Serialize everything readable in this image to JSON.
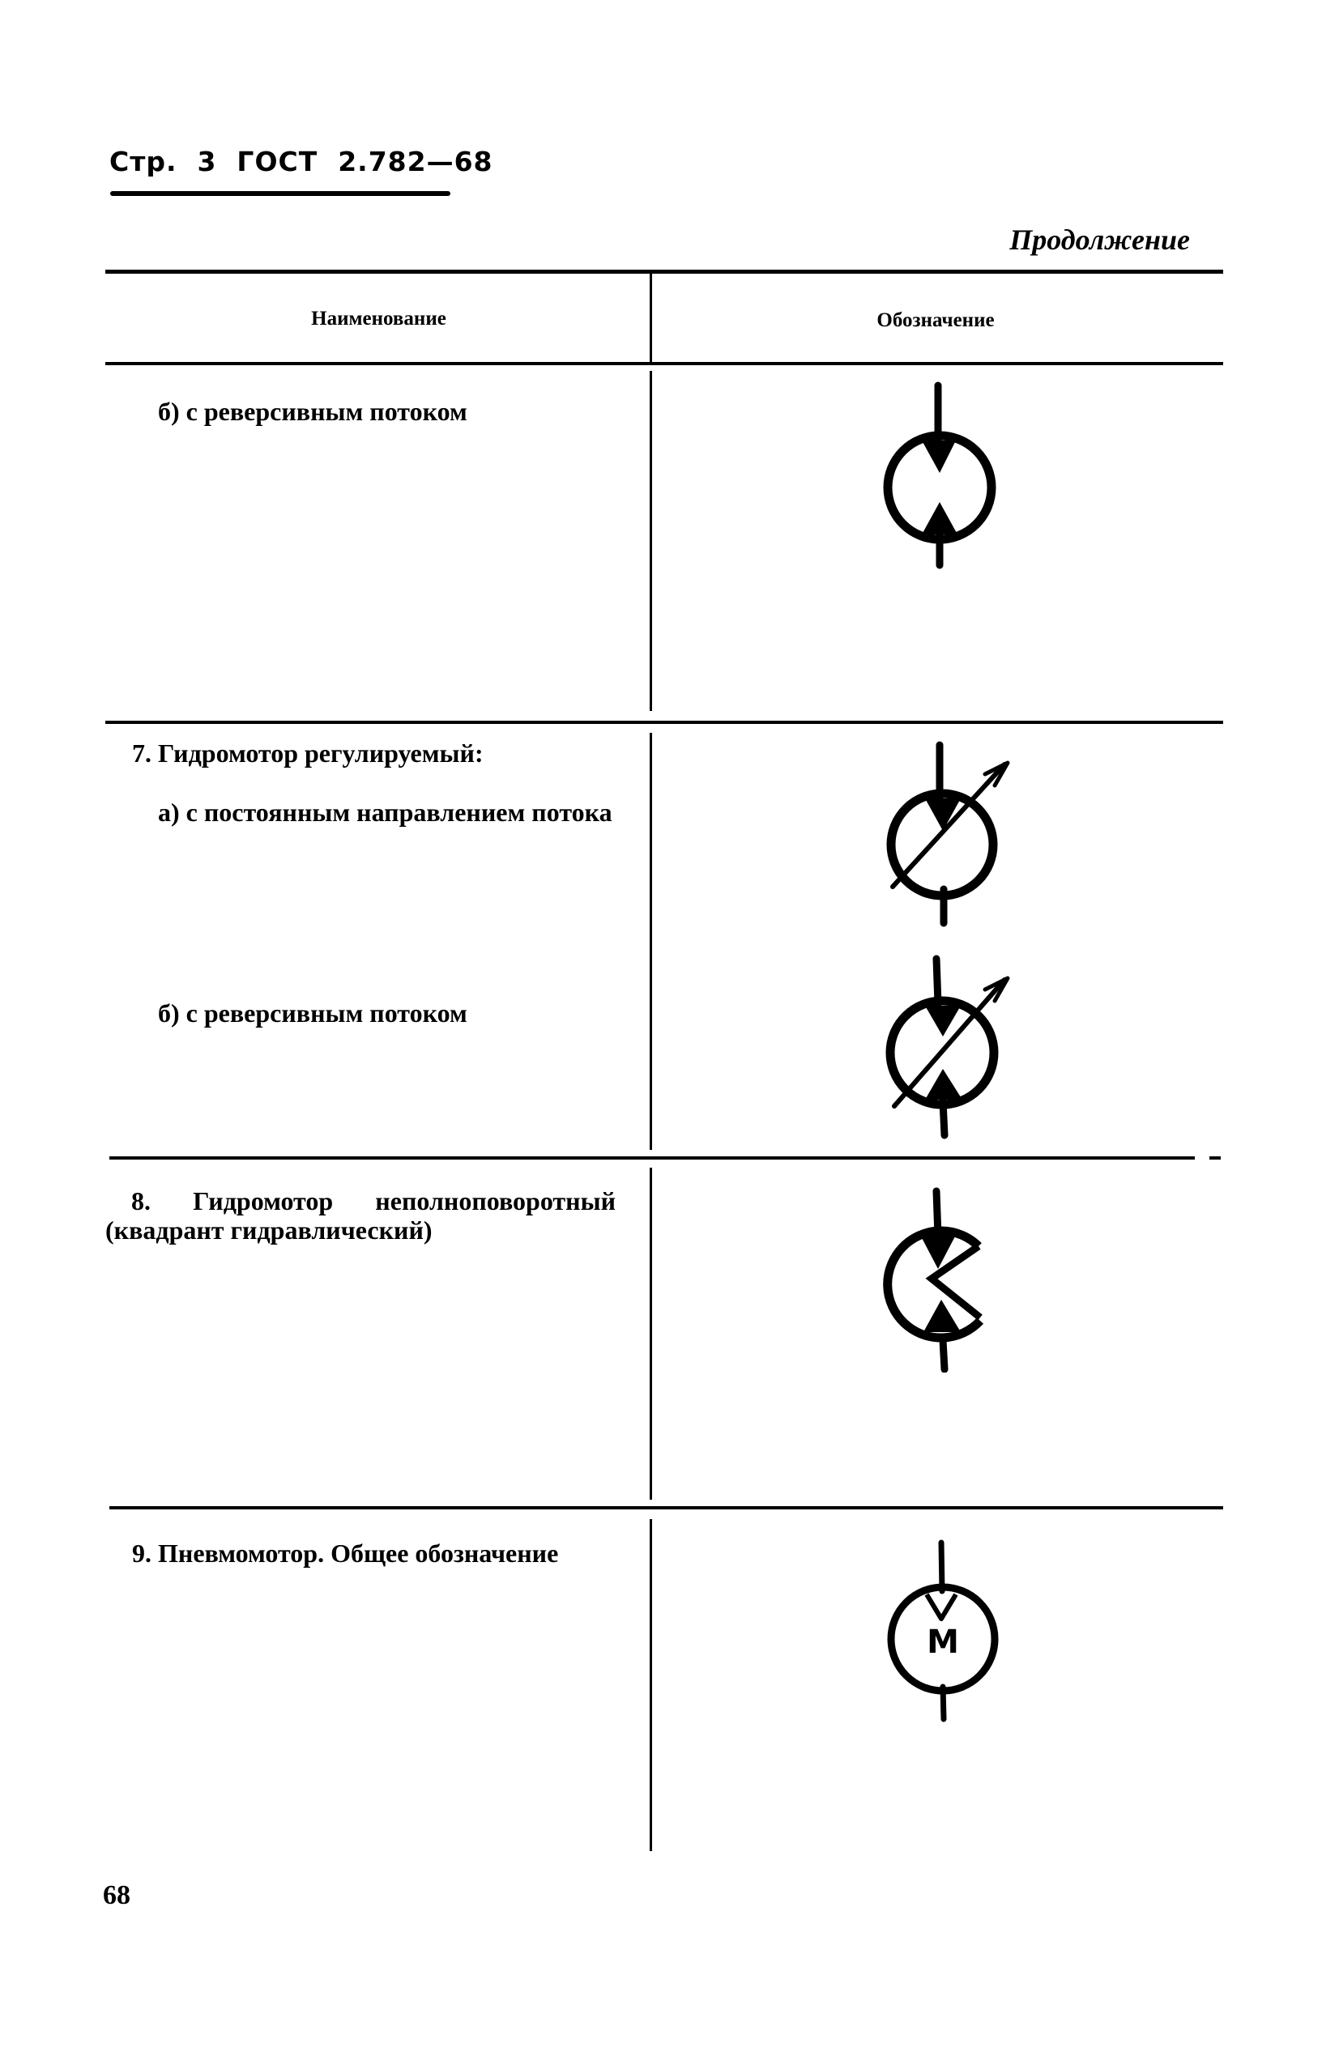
{
  "header": {
    "text": "Стр.  3  ГОСТ  2.782—68"
  },
  "continued_label": "Продолжение",
  "table": {
    "columns": [
      "Наименование",
      "Обозначение"
    ],
    "rows": [
      {
        "lines": [
          "б) с реверсивным потоком"
        ],
        "symbol": "hydraulic-motor-reversible-icon"
      },
      {
        "lines": [
          "7. Гидромотор регулируемый:",
          "а) с постоянным направлением потока"
        ],
        "symbol": "adjustable-hydraulic-motor-unidirectional-icon"
      },
      {
        "lines": [
          "б) с реверсивным потоком"
        ],
        "symbol": "adjustable-hydraulic-motor-reversible-icon"
      },
      {
        "lines": [
          "8. Гидромотор неполноповоротный (квадрант гидравлический)"
        ],
        "symbol": "semi-rotary-hydraulic-motor-icon"
      },
      {
        "lines": [
          "9. Пневмомотор. Общее обозначение"
        ],
        "symbol": "pneumatic-motor-icon",
        "symbol_letter": "М"
      }
    ]
  },
  "page_number": "68"
}
